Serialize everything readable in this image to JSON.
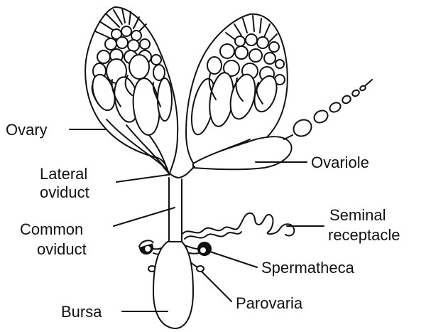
{
  "labels": {
    "ovary": "Ovary",
    "lateral_oviduct_1": "Lateral",
    "lateral_oviduct_2": "oviduct",
    "common_oviduct_1": "Common",
    "common_oviduct_2": "oviduct",
    "bursa": "Bursa",
    "ovariole": "Ovariole",
    "seminal_receptacle_1": "Seminal",
    "seminal_receptacle_2": "receptacle",
    "spermatheca": "Spermatheca",
    "parovaria": "Parovaria"
  },
  "colors": {
    "ink": "#111111",
    "background": "#ffffff"
  }
}
